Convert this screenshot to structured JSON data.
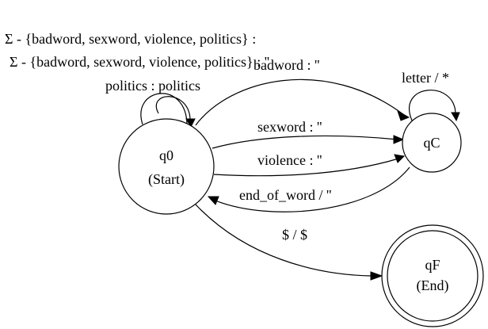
{
  "states": {
    "q0": {
      "name": "q0",
      "sub": "(Start)"
    },
    "qC": {
      "name": "qC"
    },
    "qF": {
      "name": "qF",
      "sub": "(End)"
    }
  },
  "edges": {
    "q0_self_sigma": "Σ - {badword, sexword, violence, politics} :",
    "q0_qC_sigma": "Σ - {badword, sexword, violence, politics} : ''",
    "q0_self_politics": "politics : politics",
    "q0_qC_badword": "badword : ''",
    "q0_qC_sexword": "sexword : ''",
    "q0_qC_violence": "violence : ''",
    "qC_q0_end": "end_of_word / ''",
    "qC_self_letter": "letter / *",
    "q0_qF_end": "$ / $"
  }
}
